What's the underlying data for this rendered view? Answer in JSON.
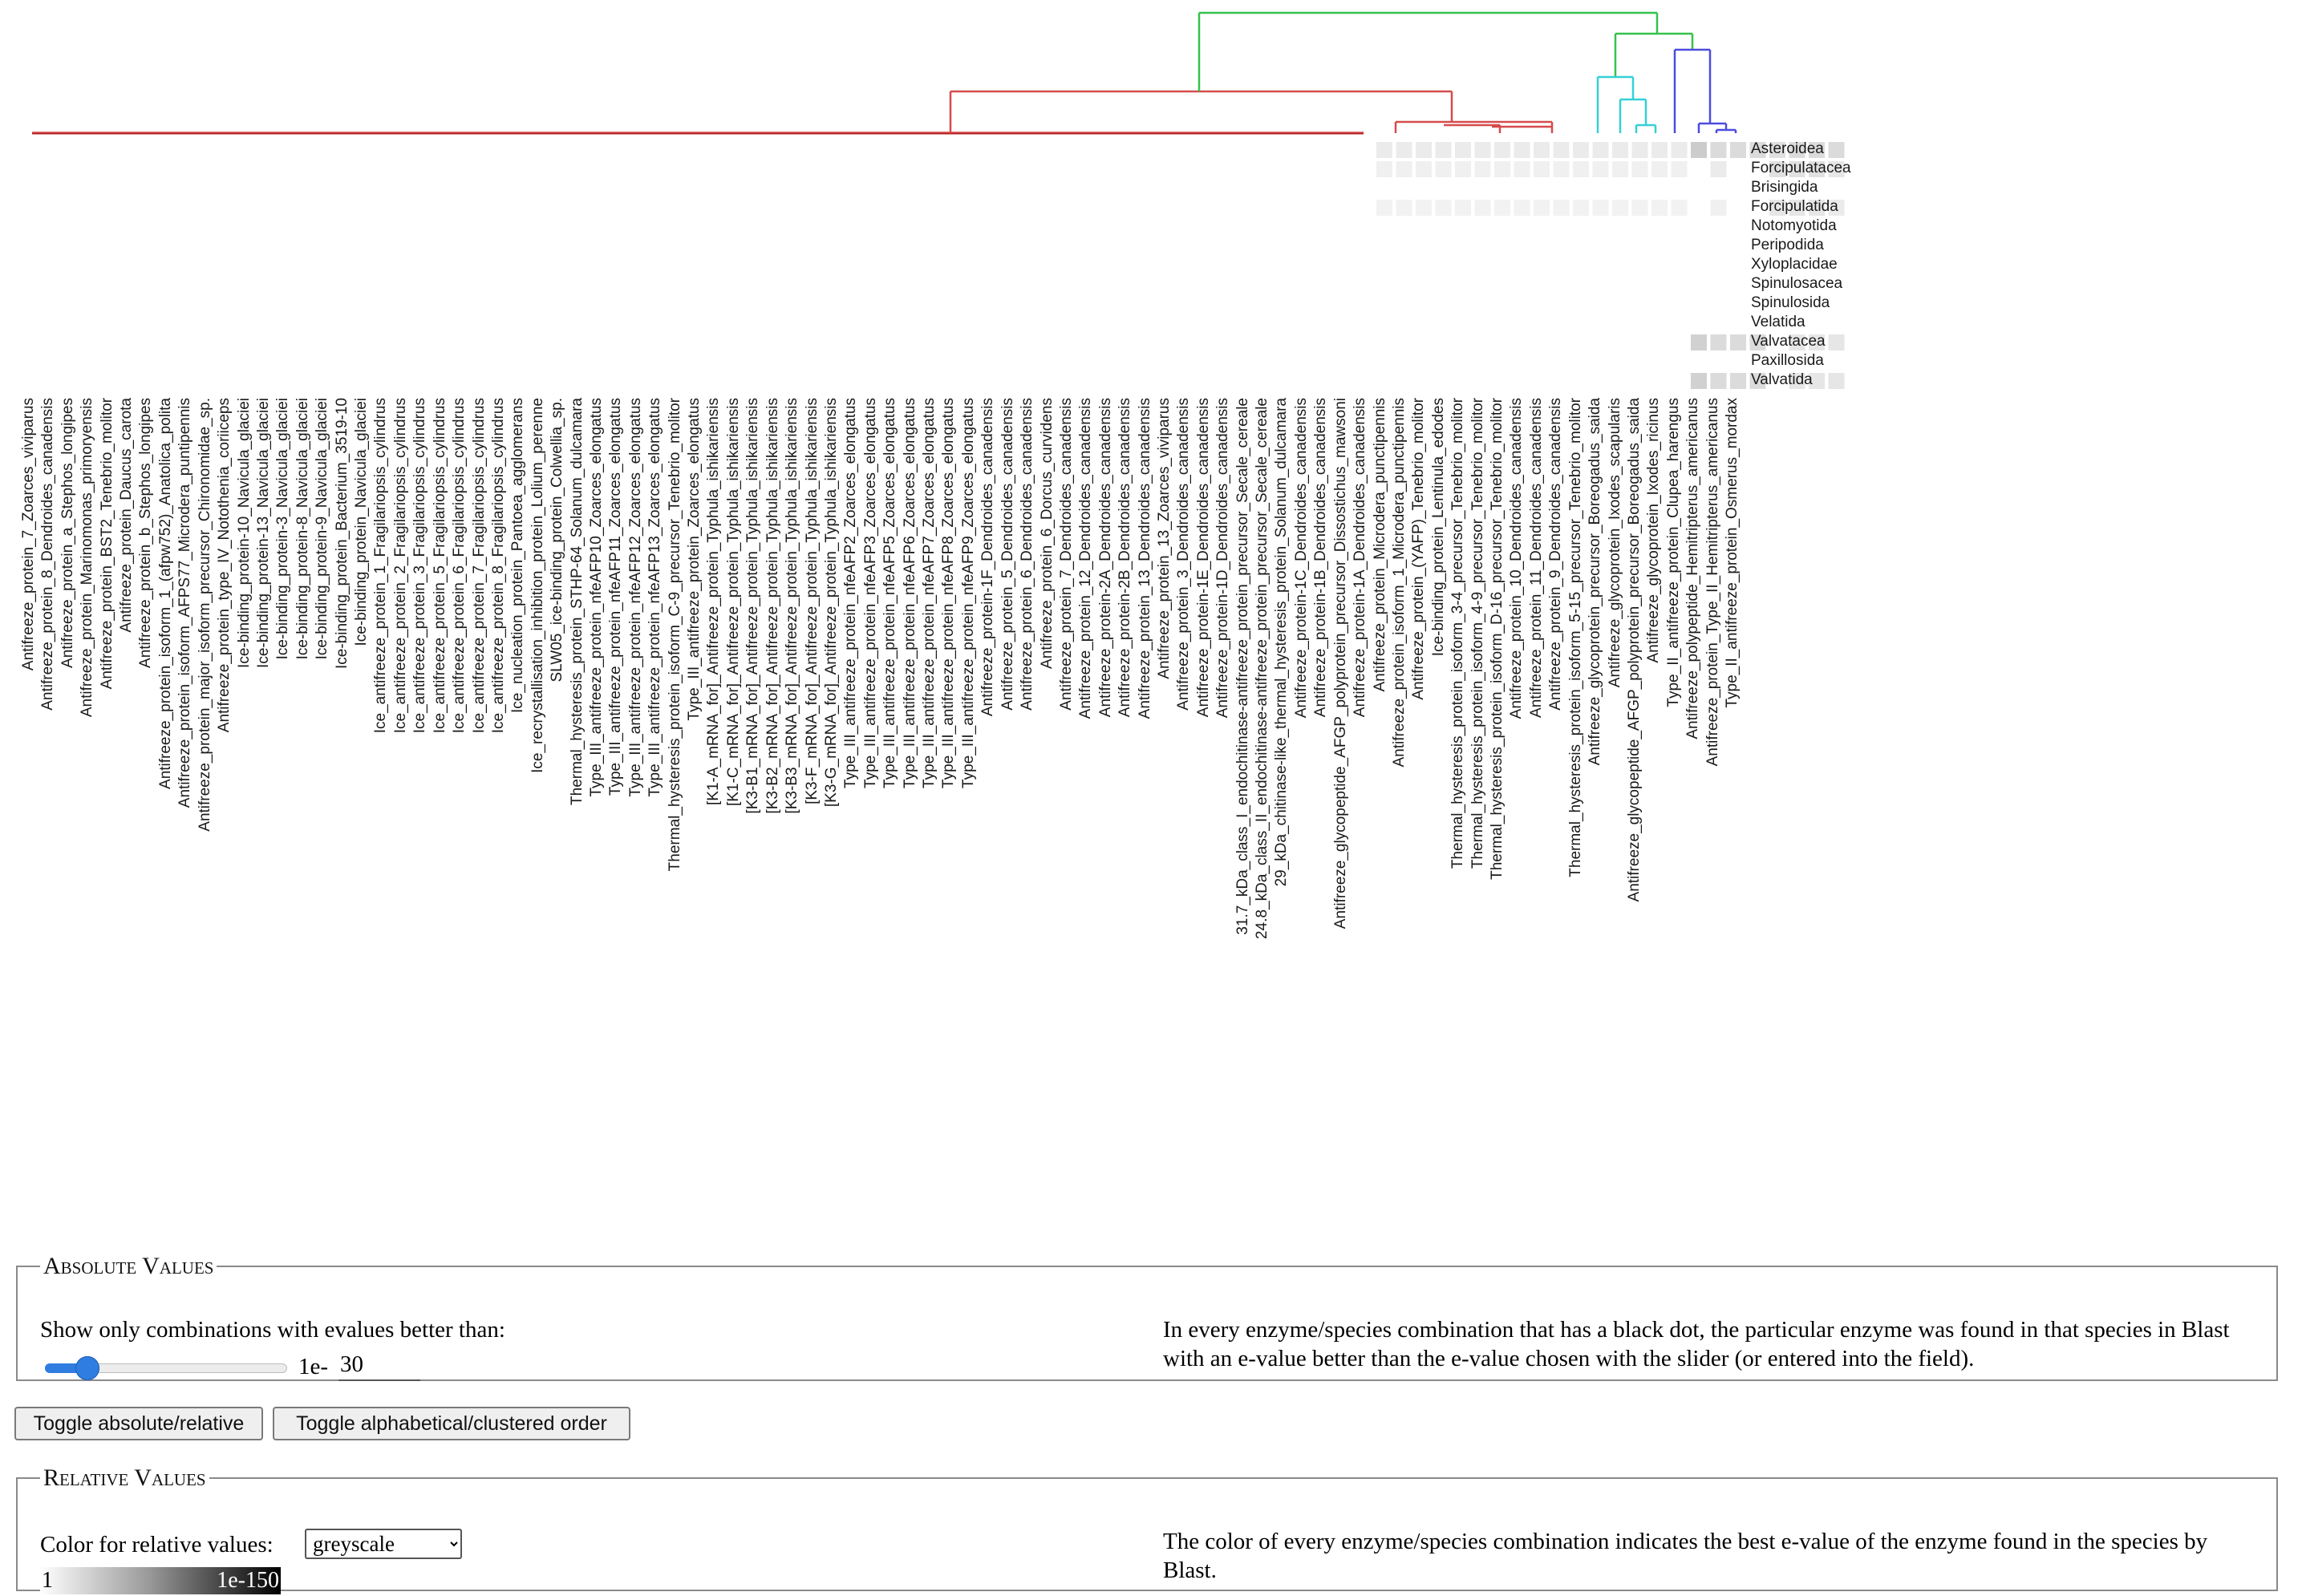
{
  "species": [
    "Asteroidea",
    "Forcipulatacea",
    "Brisingida",
    "Forcipulatida",
    "Notomyotida",
    "Peripodida",
    "Xyloplacidae",
    "Spinulosacea",
    "Spinulosida",
    "Velatida",
    "Valvatacea",
    "Paxillosida",
    "Valvatida"
  ],
  "enzymes": [
    "Antifreeze_protein_7_Zoarces_viviparus",
    "Antifreeze_protein_8_Dendroides_canadensis",
    "Antifreeze_protein_a_Stephos_longipes",
    "Antifreeze_protein_Marinomonas_primoryensis",
    "Antifreeze_protein_BST2_Tenebrio_molitor",
    "Antifreeze_protein_Daucus_carota",
    "Antifreeze_protein_b_Stephos_longipes",
    "Antifreeze_protein_isoform_1_(afpw752)_Anatolica_polita",
    "Antifreeze_protein_isoform_AFPS77_Microdera_puntipennis",
    "Antifreeze_protein_major_isoform_precursor_Chironomidae_sp.",
    "Antifreeze_protein_type_IV_Notothenia_coriiceps",
    "Ice-binding_protein-10_Navicula_glaciei",
    "Ice-binding_protein-13_Navicula_glaciei",
    "Ice-binding_protein-3_Navicula_glaciei",
    "Ice-binding_protein-8_Navicula_glaciei",
    "Ice-binding_protein-9_Navicula_glaciei",
    "Ice-binding_protein_Bacterium_3519-10",
    "Ice-binding_protein_Navicula_glaciei",
    "Ice_antifreeze_protein_1_Fragilariopsis_cylindrus",
    "Ice_antifreeze_protein_2_Fragilariopsis_cylindrus",
    "Ice_antifreeze_protein_3_Fragilariopsis_cylindrus",
    "Ice_antifreeze_protein_5_Fragilariopsis_cylindrus",
    "Ice_antifreeze_protein_6_Fragilariopsis_cylindrus",
    "Ice_antifreeze_protein_7_Fragilariopsis_cylindrus",
    "Ice_antifreeze_protein_8_Fragilariopsis_cylindrus",
    "Ice_nucleation_protein_Pantoea_agglomerans",
    "Ice_recrystallisation_inhibition_protein_Lolium_perenne",
    "SLW05_ice-binding_protein_Colwellia_sp.",
    "Thermal_hysteresis_protein_STHP-64_Solanum_dulcamara",
    "Type_III_antifreeze_protein_nfeAFP10_Zoarces_elongatus",
    "Type_III_antifreeze_protein_nfeAFP11_Zoarces_elongatus",
    "Type_III_antifreeze_protein_nfeAFP12_Zoarces_elongatus",
    "Type_III_antifreeze_protein_nfeAFP13_Zoarces_elongatus",
    "Thermal_hysteresis_protein_isoform_C-9_precursor_Tenebrio_molitor",
    "Type_III_antifreeze_protein_Zoarces_elongatus",
    "[K1-A_mRNA_for]_Antifreeze_protein_Typhula_ishikariensis",
    "[K1-C_mRNA_for]_Antifreeze_protein_Typhula_ishikariensis",
    "[K3-B1_mRNA_for]_Antifreeze_protein_Typhula_ishikariensis",
    "[K3-B2_mRNA_for]_Antifreeze_protein_Typhula_ishikariensis",
    "[K3-B3_mRNA_for]_Antifreeze_protein_Typhula_ishikariensis",
    "[K3-F_mRNA_for]_Antifreeze_protein_Typhula_ishikariensis",
    "[K3-G_mRNA_for]_Antifreeze_protein_Typhula_ishikariensis",
    "Type_III_antifreeze_protein_nfeAFP2_Zoarces_elongatus",
    "Type_III_antifreeze_protein_nfeAFP3_Zoarces_elongatus",
    "Type_III_antifreeze_protein_nfeAFP5_Zoarces_elongatus",
    "Type_III_antifreeze_protein_nfeAFP6_Zoarces_elongatus",
    "Type_III_antifreeze_protein_nfeAFP7_Zoarces_elongatus",
    "Type_III_antifreeze_protein_nfeAFP8_Zoarces_elongatus",
    "Type_III_antifreeze_protein_nfeAFP9_Zoarces_elongatus",
    "Antifreeze_protein-1F_Dendroides_canadensis",
    "Antifreeze_protein_5_Dendroides_canadensis",
    "Antifreeze_protein_6_Dendroides_canadensis",
    "Antifreeze_protein_6_Dorcus_curvidens",
    "Antifreeze_protein_7_Dendroides_canadensis",
    "Antifreeze_protein_12_Dendroides_canadensis",
    "Antifreeze_protein-2A_Dendroides_canadensis",
    "Antifreeze_protein-2B_Dendroides_canadensis",
    "Antifreeze_protein_13_Dendroides_canadensis",
    "Antifreeze_protein_13_Zoarces_viviparus",
    "Antifreeze_protein_3_Dendroides_canadensis",
    "Antifreeze_protein-1E_Dendroides_canadensis",
    "Antifreeze_protein-1D_Dendroides_canadensis",
    "31.7_kDa_class_I_endochitinase-antifreeze_protein_precursor_Secale_cereale",
    "24.8_kDa_class_II_endochitinase-antifreeze_protein_precursor_Secale_cereale",
    "29_kDa_chitinase-like_thermal_hysteresis_protein_Solanum_dulcamara",
    "Antifreeze_protein-1C_Dendroides_canadensis",
    "Antifreeze_protein-1B_Dendroides_canadensis",
    "Antifreeze_glycopeptide_AFGP_polyprotein_precursor_Dissostichus_mawsoni",
    "Antifreeze_protein-1A_Dendroides_canadensis",
    "Antifreeze_protein_Microdera_punctipennis",
    "Antifreeze_protein_isoform_1_Microdera_punctipennis",
    "Antifreeze_protein_(YAFP)_Tenebrio_molitor",
    "Ice-binding_protein_Lentinula_edodes",
    "Thermal_hysteresis_protein_isoform_3-4_precursor_Tenebrio_molitor",
    "Thermal_hysteresis_protein_isoform_4-9_precursor_Tenebrio_molitor",
    "Thermal_hysteresis_protein_isoform_D-16_precursor_Tenebrio_molitor",
    "Antifreeze_protein_10_Dendroides_canadensis",
    "Antifreeze_protein_11_Dendroides_canadensis",
    "Antifreeze_protein_9_Dendroides_canadensis",
    "Thermal_hysteresis_protein_isoform_5-15_precursor_Tenebrio_molitor",
    "Antifreeze_glycoprotein_precursor_Boreogadus_saida",
    "Antifreeze_glycoprotein_Ixodes_scapularis",
    "Antifreeze_glycopeptide_AFGP_polyprotein_precursor_Boreogadus_saida",
    "Antifreeze_glycoprotein_Ixodes_ricinus",
    "Type_II_antifreeze_protein_Clupea_harengus",
    "Antifreeze_polypeptide_Hemitripterus_americanus",
    "Antifreeze_protein_Type_II_Hemitripterus_americanus",
    "Type_II_antifreeze_protein_Osmerus_mordax"
  ],
  "heat_rows": [
    {
      "species_index": 0,
      "cells": [
        [
          0,
          0.08
        ],
        [
          1,
          0.08
        ],
        [
          2,
          0.08
        ],
        [
          3,
          0.08
        ],
        [
          4,
          0.08
        ],
        [
          5,
          0.08
        ],
        [
          6,
          0.08
        ],
        [
          7,
          0.08
        ],
        [
          8,
          0.08
        ],
        [
          9,
          0.08
        ],
        [
          10,
          0.08
        ],
        [
          11,
          0.08
        ],
        [
          12,
          0.08
        ],
        [
          13,
          0.08
        ],
        [
          14,
          0.08
        ],
        [
          15,
          0.08
        ],
        [
          16,
          0.2
        ],
        [
          17,
          0.14
        ],
        [
          18,
          0.14
        ],
        [
          19,
          0.14
        ],
        [
          20,
          0.12
        ],
        [
          21,
          0.14
        ],
        [
          22,
          0.14
        ],
        [
          23,
          0.14
        ]
      ]
    },
    {
      "species_index": 1,
      "cells": [
        [
          0,
          0.06
        ],
        [
          1,
          0.06
        ],
        [
          2,
          0.06
        ],
        [
          3,
          0.06
        ],
        [
          4,
          0.06
        ],
        [
          5,
          0.06
        ],
        [
          6,
          0.06
        ],
        [
          7,
          0.06
        ],
        [
          8,
          0.06
        ],
        [
          9,
          0.06
        ],
        [
          10,
          0.06
        ],
        [
          11,
          0.06
        ],
        [
          12,
          0.06
        ],
        [
          13,
          0.06
        ],
        [
          14,
          0.06
        ],
        [
          15,
          0.06
        ],
        [
          17,
          0.08
        ],
        [
          20,
          0.12
        ],
        [
          21,
          0.12
        ],
        [
          22,
          0.12
        ],
        [
          23,
          0.1
        ]
      ]
    },
    {
      "species_index": 3,
      "cells": [
        [
          0,
          0.05
        ],
        [
          1,
          0.05
        ],
        [
          2,
          0.05
        ],
        [
          3,
          0.05
        ],
        [
          4,
          0.05
        ],
        [
          5,
          0.05
        ],
        [
          6,
          0.05
        ],
        [
          7,
          0.05
        ],
        [
          8,
          0.05
        ],
        [
          9,
          0.05
        ],
        [
          10,
          0.05
        ],
        [
          11,
          0.05
        ],
        [
          12,
          0.05
        ],
        [
          13,
          0.05
        ],
        [
          14,
          0.05
        ],
        [
          15,
          0.05
        ],
        [
          17,
          0.06
        ],
        [
          20,
          0.1
        ],
        [
          21,
          0.1
        ],
        [
          22,
          0.1
        ],
        [
          23,
          0.08
        ]
      ]
    },
    {
      "species_index": 10,
      "cells": [
        [
          16,
          0.18
        ],
        [
          17,
          0.14
        ],
        [
          18,
          0.14
        ],
        [
          19,
          0.14
        ],
        [
          21,
          0.1
        ],
        [
          22,
          0.1
        ],
        [
          23,
          0.1
        ]
      ]
    },
    {
      "species_index": 12,
      "cells": [
        [
          16,
          0.18
        ],
        [
          17,
          0.14
        ],
        [
          18,
          0.14
        ],
        [
          19,
          0.14
        ],
        [
          21,
          0.1
        ],
        [
          22,
          0.1
        ],
        [
          23,
          0.1
        ]
      ]
    }
  ],
  "dendrogram_colors": {
    "red": "#d64b4b",
    "green": "#34c24a",
    "cyan": "#35d0d6",
    "blue": "#4c4ce0"
  },
  "absolute_panel": {
    "legend": "Absolute Values",
    "label": "Show only combinations with evalues better than:",
    "slider_value": 30,
    "exp_prefix": "1e-",
    "exp_value": "30",
    "description": "In every enzyme/species combination that has a black dot, the particular enzyme was found in that species in Blast with an e-value better than the e-value chosen with the slider (or entered into the field)."
  },
  "buttons": {
    "toggle_abs_rel": "Toggle absolute/relative",
    "toggle_order": "Toggle alphabetical/clustered order"
  },
  "relative_panel": {
    "legend": "Relative Values",
    "label": "Color for relative values:",
    "color_scheme": "greyscale",
    "gradient_min": "1",
    "gradient_max": "1e-150",
    "description": "The color of every enzyme/species combination indicates the best e-value of the enzyme found in the species by Blast."
  }
}
